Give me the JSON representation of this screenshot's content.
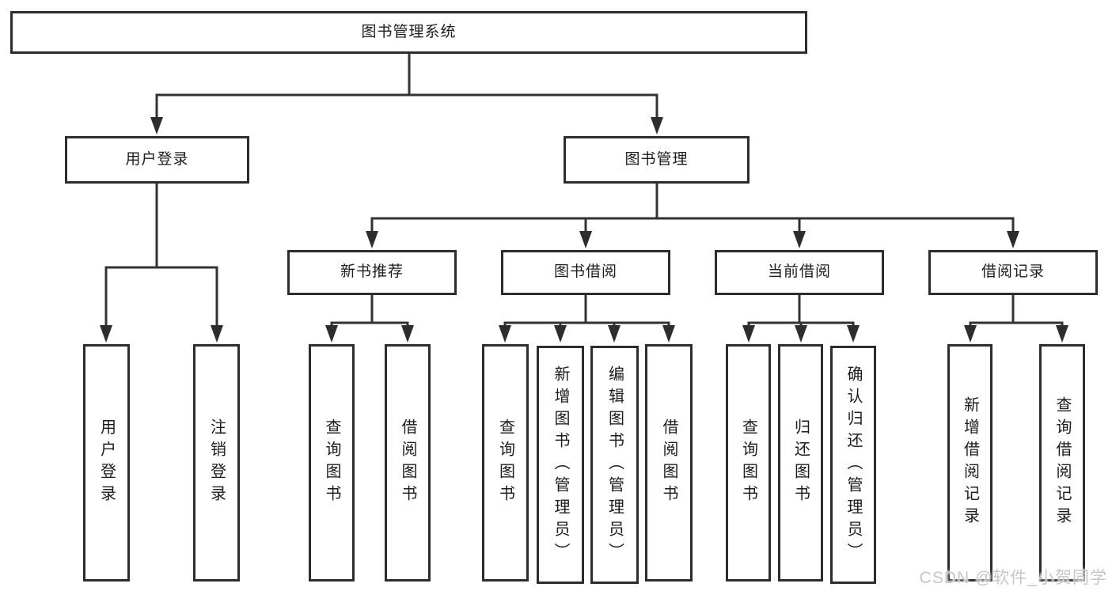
{
  "diagram": {
    "root": {
      "label": "图书管理系统"
    },
    "branches": [
      {
        "label": "用户登录",
        "children": [
          {
            "label": "用户登录"
          },
          {
            "label": "注销登录"
          }
        ]
      },
      {
        "label": "图书管理",
        "children": [
          {
            "label": "新书推荐",
            "children": [
              {
                "label": "查询图书"
              },
              {
                "label": "借阅图书"
              }
            ]
          },
          {
            "label": "图书借阅",
            "children": [
              {
                "label": "查询图书"
              },
              {
                "label": "新增图书（管理员）"
              },
              {
                "label": "编辑图书（管理员）"
              },
              {
                "label": "借阅图书"
              }
            ]
          },
          {
            "label": "当前借阅",
            "children": [
              {
                "label": "查询图书"
              },
              {
                "label": "归还图书"
              },
              {
                "label": "确认归还（管理员）"
              }
            ]
          },
          {
            "label": "借阅记录",
            "children": [
              {
                "label": "新增借阅记录"
              },
              {
                "label": "查询借阅记录"
              }
            ]
          }
        ]
      }
    ]
  },
  "watermark": {
    "text": "CSDN @软件_小贺同学"
  },
  "colors": {
    "line": "#333333",
    "box_border": "#2d2d2d",
    "text": "#1c1c1c",
    "watermark": "#c3c6ca",
    "background": "#ffffff"
  }
}
